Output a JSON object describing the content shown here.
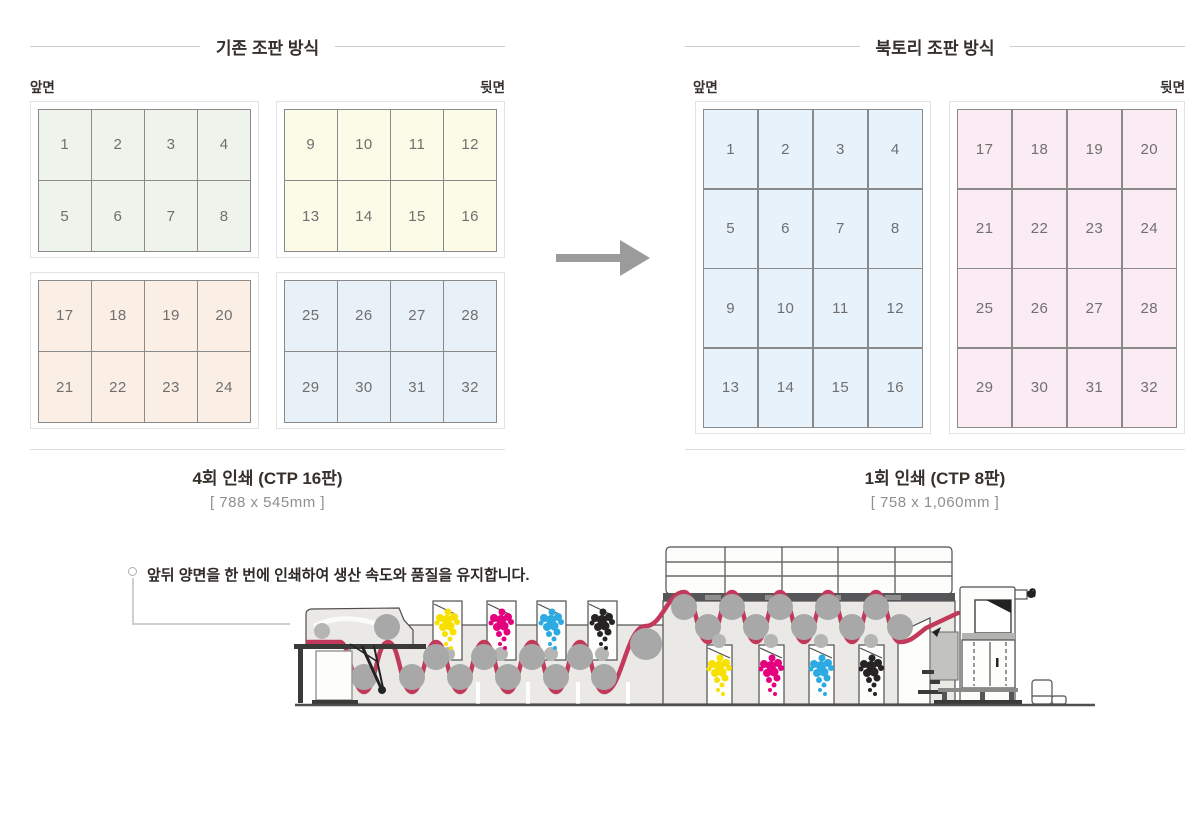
{
  "comparison": {
    "left": {
      "title": "기존 조판 방식",
      "front_label": "앞면",
      "back_label": "뒷면",
      "caption": "4회 인쇄 (CTP 16판)",
      "dimension": "[ 788 x 545mm ]",
      "sheets": [
        {
          "name": "front-sheet-1",
          "color": "#eef3ec",
          "cols": 4,
          "numbers": [
            1,
            2,
            3,
            4,
            5,
            6,
            7,
            8
          ]
        },
        {
          "name": "back-sheet-1",
          "color": "#fcfbe7",
          "cols": 4,
          "numbers": [
            9,
            10,
            11,
            12,
            13,
            14,
            15,
            16
          ]
        },
        {
          "name": "front-sheet-2",
          "color": "#fbeee5",
          "cols": 4,
          "numbers": [
            17,
            18,
            19,
            20,
            21,
            22,
            23,
            24
          ]
        },
        {
          "name": "back-sheet-2",
          "color": "#e9f1f8",
          "cols": 4,
          "numbers": [
            25,
            26,
            27,
            28,
            29,
            30,
            31,
            32
          ]
        }
      ]
    },
    "right": {
      "title": "북토리 조판 방식",
      "front_label": "앞면",
      "back_label": "뒷면",
      "caption": "1회 인쇄 (CTP 8판)",
      "dimension": "[ 758 x 1,060mm ]",
      "sheets": [
        {
          "name": "front-sheet",
          "color": "#e7f2fb",
          "cols": 4,
          "numbers": [
            1,
            2,
            3,
            4,
            5,
            6,
            7,
            8,
            9,
            10,
            11,
            12,
            13,
            14,
            15,
            16
          ]
        },
        {
          "name": "back-sheet",
          "color": "#fbecf4",
          "cols": 4,
          "numbers": [
            17,
            18,
            19,
            20,
            21,
            22,
            23,
            24,
            25,
            26,
            27,
            28,
            29,
            30,
            31,
            32
          ]
        }
      ]
    }
  },
  "arrow_color": "#9b9b9b",
  "note": {
    "text": "앞뒤 양면을 한 번에 인쇄하여 생산 속도와 품질을 유지합니다."
  },
  "press": {
    "ink_order": [
      "yellow",
      "magenta",
      "cyan",
      "black"
    ],
    "ink_colors": {
      "yellow": "#f8e100",
      "magenta": "#e5007e",
      "cyan": "#2caae2",
      "black": "#262324"
    },
    "web_color": "#c23a5b",
    "roller_color": "#a8a8a8",
    "body_color": "#eae9e6",
    "outline_color": "#4f4f51"
  }
}
